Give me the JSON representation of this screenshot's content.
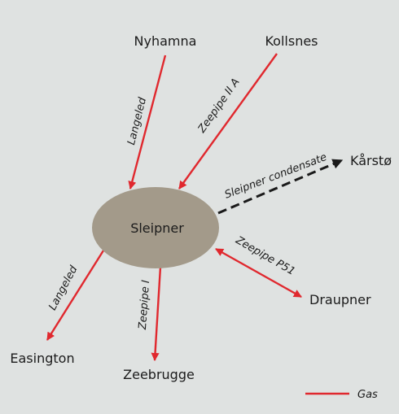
{
  "colors": {
    "background": "#dfe2e1",
    "gas_line": "#e0282e",
    "condensate_line": "#1a1a1a",
    "hub_fill": "#a39a8a",
    "text": "#1b1b1b"
  },
  "hub": {
    "label": "Sleipner"
  },
  "nodes": {
    "nyhamna": "Nyhamna",
    "kollsnes": "Kollsnes",
    "karsto": "Kårstø",
    "draupner": "Draupner",
    "zeebrugge": "Zeebrugge",
    "easington": "Easington"
  },
  "pipelines": {
    "langeled_north": "Langeled",
    "zeepipe_iia": "Zeepipe II A",
    "sleipner_condensate": "Sleipner condensate",
    "zeepipe_p51": "Zeepipe P51",
    "zeepipe_i": "Zeepipe I",
    "langeled_south": "Langeled"
  },
  "legend": {
    "gas_label": "Gas"
  }
}
